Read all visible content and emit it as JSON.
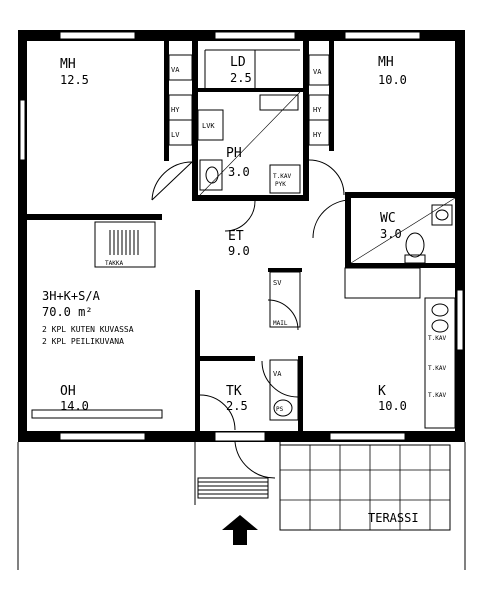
{
  "plan": {
    "apartment": {
      "type": "3H+K+S/A",
      "area": "70.0 m²",
      "note1": "2 KPL KUTEN KUVASSA",
      "note2": "2 KPL PEILIKUVANA"
    },
    "rooms": [
      {
        "id": "mh1",
        "name": "MH",
        "area": "12.5"
      },
      {
        "id": "ld",
        "name": "LD",
        "area": "2.5"
      },
      {
        "id": "mh2",
        "name": "MH",
        "area": "10.0"
      },
      {
        "id": "ph",
        "name": "PH",
        "area": "3.0"
      },
      {
        "id": "et",
        "name": "ET",
        "area": "9.0"
      },
      {
        "id": "wc",
        "name": "WC",
        "area": "3.0"
      },
      {
        "id": "oh",
        "name": "OH",
        "area": "14.0"
      },
      {
        "id": "tk",
        "name": "TK",
        "area": "2.5"
      },
      {
        "id": "k",
        "name": "K",
        "area": "10.0"
      }
    ],
    "fixtures": {
      "takka": "TAKKA",
      "va": "VA",
      "hy": "HY",
      "lv": "LV",
      "lvk": "LVK",
      "sv": "SV",
      "mail": "MAIL",
      "tkav": "T.KAV",
      "pyk": "PYK",
      "ps": "PS",
      "terassi": "TERASSI"
    }
  }
}
